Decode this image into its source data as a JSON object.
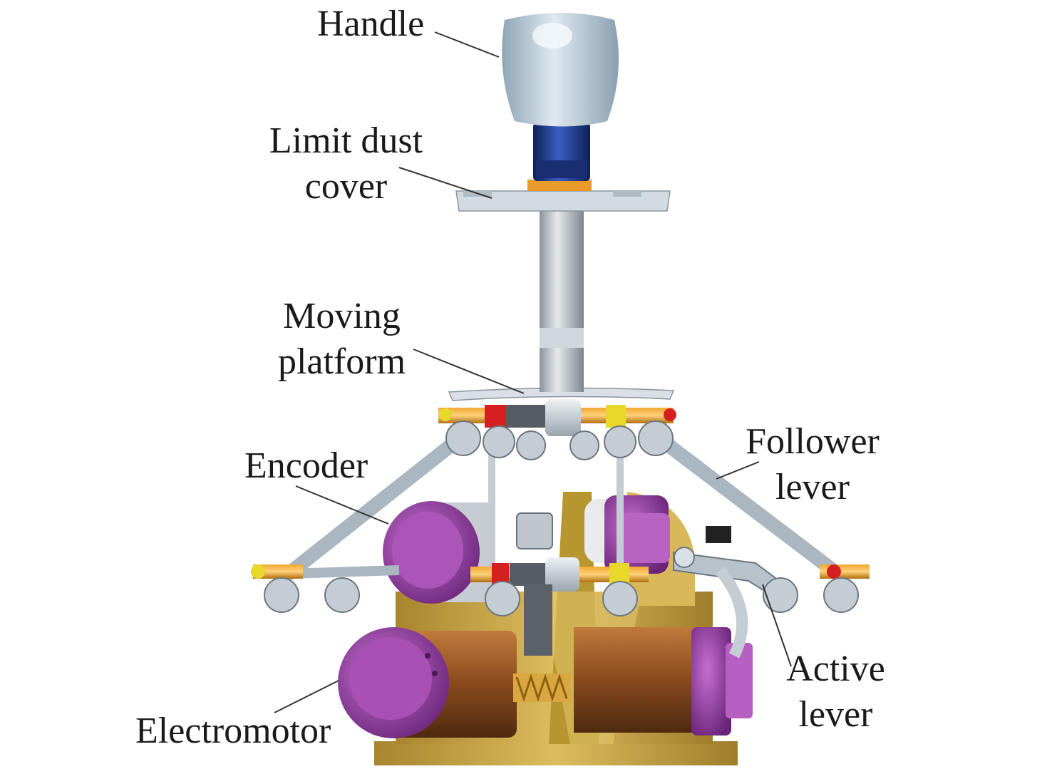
{
  "labels": {
    "handle": "Handle",
    "limit_dust_cover": [
      "Limit dust",
      "cover"
    ],
    "moving_platform": [
      "Moving",
      "platform"
    ],
    "encoder": "Encoder",
    "follower_lever": [
      "Follower",
      "lever"
    ],
    "active_lever": [
      "Active",
      "lever"
    ],
    "electromotor": "Electromotor"
  },
  "colors": {
    "handle_grip": "#b8cdd9",
    "handle_collar": "#1f3a8a",
    "metal": "#c4ccd4",
    "base_frame": "#c8a64a",
    "encoder_cap": "#9a3fa6",
    "motor_body": "#8a4a1e",
    "accent_red": "#d42020",
    "accent_yellow": "#e8d82a",
    "accent_orange": "#e09a20",
    "leader_line": "#333333"
  }
}
